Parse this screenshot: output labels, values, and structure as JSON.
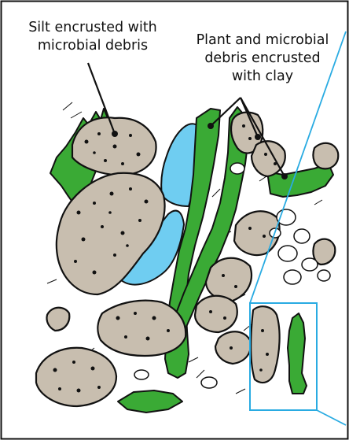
{
  "labels": {
    "silt_line1": "Silt encrusted with",
    "silt_line2": "microbial debris",
    "plant_line1": "Plant and microbial",
    "plant_line2": "debris encrusted",
    "plant_line3": "with clay"
  },
  "colors": {
    "rock_fill": "#c8beaf",
    "plant_fill": "#3aaa35",
    "water_fill": "#6fcdf1",
    "inset_frame": "#29abe2",
    "outline": "#111111"
  }
}
